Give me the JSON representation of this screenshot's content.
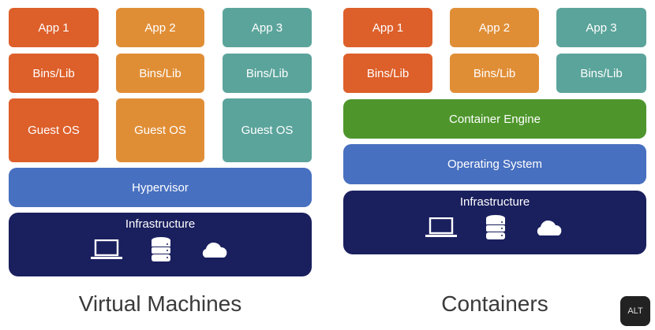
{
  "vm": {
    "apps": [
      "App 1",
      "App 2",
      "App 3"
    ],
    "bins": [
      "Bins/Lib",
      "Bins/Lib",
      "Bins/Lib"
    ],
    "guest_os": [
      "Guest OS",
      "Guest OS",
      "Guest OS"
    ],
    "hypervisor": "Hypervisor",
    "infrastructure": "Infrastructure",
    "icons": [
      "laptop-icon",
      "database-icon",
      "cloud-icon"
    ],
    "caption": "Virtual Machines"
  },
  "containers": {
    "apps": [
      "App 1",
      "App 2",
      "App 3"
    ],
    "bins": [
      "Bins/Lib",
      "Bins/Lib",
      "Bins/Lib"
    ],
    "engine": "Container Engine",
    "os": "Operating System",
    "infrastructure": "Infrastructure",
    "icons": [
      "laptop-icon",
      "database-icon",
      "cloud-icon"
    ],
    "caption": "Containers"
  },
  "colors": {
    "app1": "#dd5f2a",
    "app2": "#e08e36",
    "app3": "#5ba49b",
    "hypervisor": "#4870c0",
    "engine": "#4e962c",
    "infrastructure": "#1a1f5e"
  },
  "alt_badge": "ALT"
}
